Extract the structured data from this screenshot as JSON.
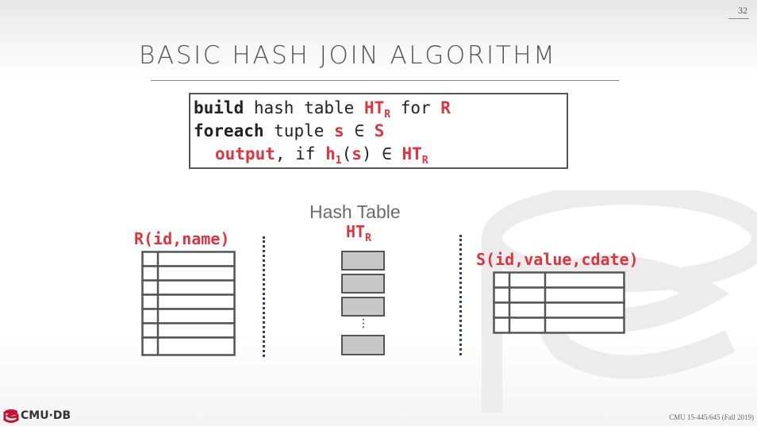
{
  "slide": {
    "page_number": "32",
    "title": "BASIC HASH JOIN ALGORITHM",
    "footer": "CMU 15-445/645 (Fall 2019)",
    "logo_text": "CMU·DB"
  },
  "code": {
    "line1": {
      "kw": "build",
      "t1": " hash table ",
      "ht": "HT",
      "ht_sub": "R",
      "t2": " for ",
      "rel": "R"
    },
    "line2": {
      "kw": "foreach",
      "t1": " tuple ",
      "var": "s",
      "t2": " ∈ ",
      "rel": "S"
    },
    "line3": {
      "kw": "output",
      "t1": ", if ",
      "fn": "h",
      "fn_sub": "1",
      "paren_open": "(",
      "arg": "s",
      "paren_close": ")",
      "t2": " ∈ ",
      "ht": "HT",
      "ht_sub": "R"
    }
  },
  "diagram": {
    "hash_table_caption": "Hash Table",
    "ht_label": "HT",
    "ht_label_sub": "R",
    "r_label": "R(id,name)",
    "s_label": "S(id,value,cdate)",
    "ellipsis": "⋮"
  },
  "colors": {
    "accent": "#e0333f",
    "text": "#555555",
    "bucket": "#c8c8c8",
    "divider": "#3a3a6a"
  }
}
